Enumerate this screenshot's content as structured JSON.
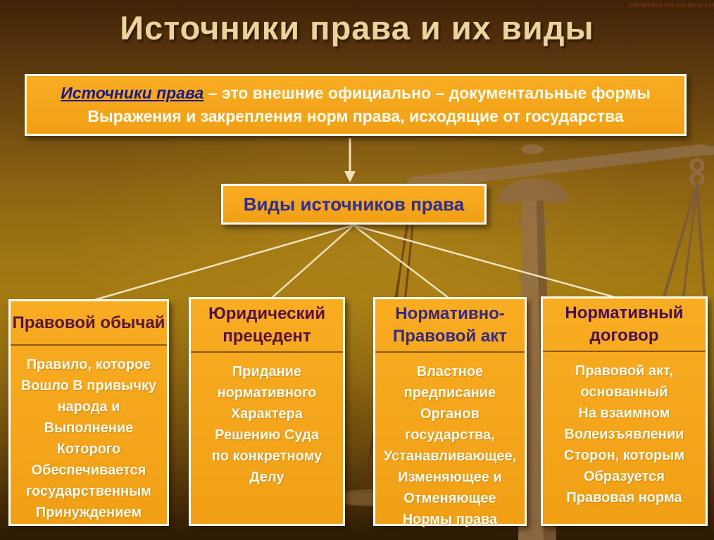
{
  "watermark": "hhhhhhhad fds sdf hkrte hsfdgh",
  "title": "Источники права и их виды",
  "definition": {
    "lead": "Источники права",
    "line1_rest": " – это внешние официально – документальные формы",
    "line2": "Выражения и закрепления норм права, исходящие от государства"
  },
  "root_box": {
    "label": "Виды источников права"
  },
  "type_boxes": [
    {
      "title": "Правовой обычай",
      "title_color": "#5a1638",
      "body": "Правило, которое\nВошло В привычку\nнарода и\nВыполнение\nКоторого\nОбеспечивается\nгосударственным\nПринуждением"
    },
    {
      "title": "Юридический\nпрецедент",
      "title_color": "#571245",
      "body": "Придание\nнормативного\nХарактера\nРешению Суда\nпо конкретному\nДелу"
    },
    {
      "title": "Нормативно-\nПравовой акт",
      "title_color": "#372980",
      "body": "Властное\nпредписание\nОрганов\nгосударства,\nУстанавливающее,\nИзменяющее и\nОтменяющее\nНормы права"
    },
    {
      "title": "Нормативный\nдоговор",
      "title_color": "#471052",
      "body": "Правовой акт,\nоснованный\nНа взаимном\nВолеизъявлении\nСторон, которым\nОбразуется\nПравовая норма"
    }
  ],
  "icons": {
    "scales": "scales-of-justice-silhouette",
    "arrow": "down-arrow"
  },
  "colors": {
    "box_fill": "#f6a71e",
    "box_border": "#fffdf0",
    "connector_line": "#f2e3bd",
    "body_text": "#fffbee",
    "definition_lead": "#1b1b86",
    "root_label": "#2d2d92",
    "title_text": "#ecd29b"
  }
}
